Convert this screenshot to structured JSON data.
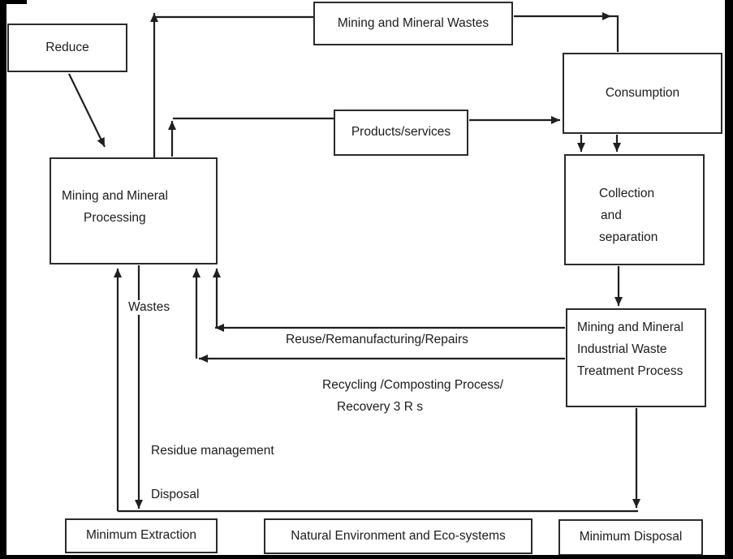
{
  "figure": {
    "boxes": {
      "reduce": {
        "label": "Reduce"
      },
      "mining_mineral_wastes": {
        "label": "Mining and Mineral Wastes"
      },
      "consumption": {
        "label": "Consumption"
      },
      "products_services": {
        "label": "Products/services"
      },
      "mining_mineral_processing": {
        "line1": "Mining and Mineral",
        "line2": "Processing"
      },
      "collection_separation": {
        "line1": "Collection",
        "line2": "and",
        "line3": "separation"
      },
      "waste_treatment": {
        "line1": "Mining and Mineral",
        "line2": "Industrial Waste",
        "line3": "Treatment Process"
      },
      "minimum_extraction": {
        "label": "Minimum Extraction"
      },
      "natural_environment": {
        "label": "Natural Environment and Eco-systems"
      },
      "minimum_disposal": {
        "label": "Minimum Disposal"
      }
    },
    "flow_labels": {
      "wastes": "Wastes",
      "reuse": "Reuse/Remanufacturing/Repairs",
      "recycling": "Recycling /Composting Process/",
      "recovery": "Recovery 3 R s",
      "residue_management": "Residue management",
      "disposal": "Disposal"
    },
    "colors": {
      "line": "#1f1f1f",
      "background": "#ffffff",
      "frame": "#000000"
    }
  }
}
